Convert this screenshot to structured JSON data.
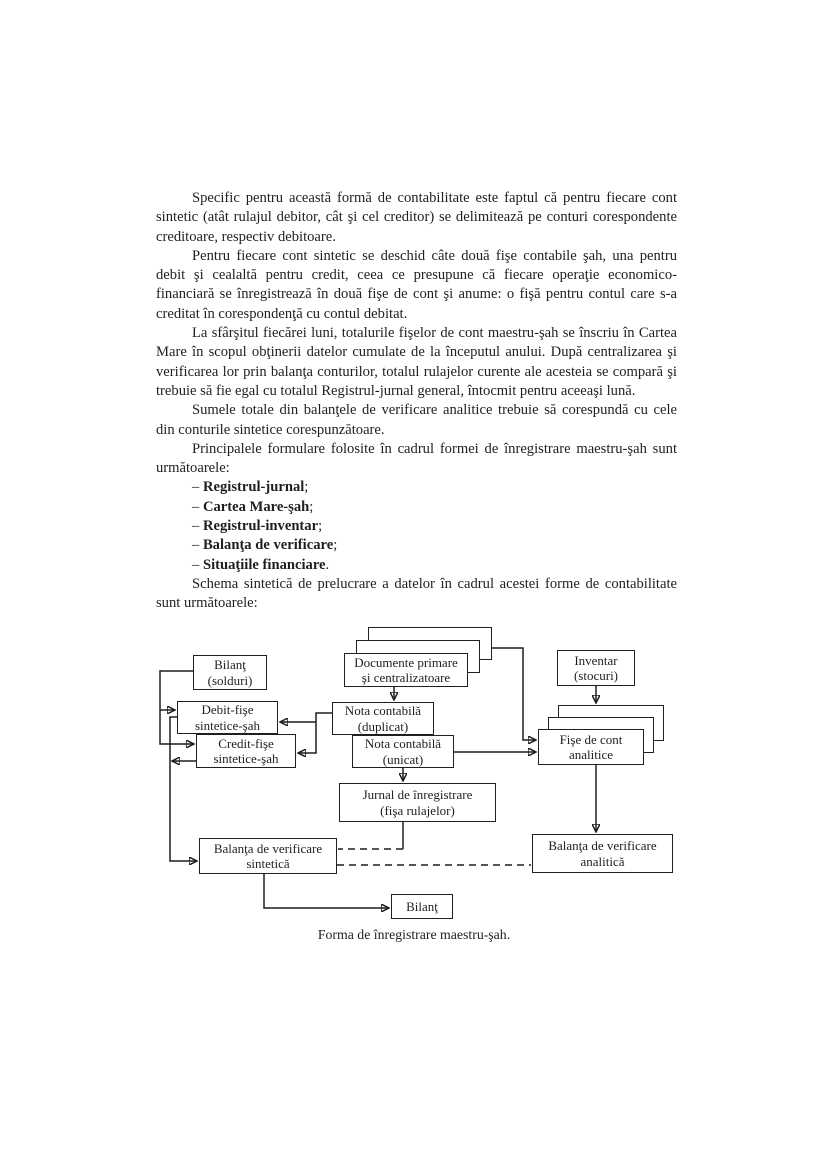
{
  "page": {
    "paper_color": "#ffffff",
    "ink_color": "#1f1f1f"
  },
  "paragraphs": [
    "Specific pentru această formă de contabilitate este faptul că pentru fiecare cont sintetic (atât rulajul debitor, cât şi cel creditor) se delimitează pe conturi corespondente creditoare, respectiv debitoare.",
    "Pentru fiecare cont sintetic se deschid câte două fişe contabile şah, una pentru debit şi cealaltă pentru credit, ceea ce presupune că fiecare operaţie economico-financiară se înregistrează în două fişe de cont şi anume: o fişă pentru contul care s-a creditat în corespondenţă cu contul debitat.",
    "La sfârşitul fiecărei luni, totalurile fişelor de cont maestru-şah se înscriu în Cartea Mare în scopul obţinerii datelor cumulate de la începutul anului. După centralizarea şi verificarea lor prin balanţa conturilor, totalul rulajelor curente ale acesteia se compară şi trebuie să fie egal cu totalul Registrul-jurnal general, întocmit pentru aceeaşi lună.",
    "Sumele totale din balanţele de verificare analitice trebuie să corespundă cu cele din conturile sintetice corespunzătoare.",
    "Principalele formulare folosite în cadrul formei de înregistrare maestru-şah sunt următoarele:"
  ],
  "list": {
    "dash": "– ",
    "items": [
      {
        "bold": "Registrul-jurnal",
        "suffix": ";"
      },
      {
        "bold": "Cartea Mare-şah",
        "suffix": ";"
      },
      {
        "bold": "Registrul-inventar",
        "suffix": ";"
      },
      {
        "bold": "Balanţa de verificare",
        "suffix": ";"
      },
      {
        "bold": "Situaţiile financiare",
        "suffix": "."
      }
    ]
  },
  "closing": "Schema sintetică de prelucrare a datelor în cadrul acestei forme de contabilitate sunt următoarele:",
  "diagram": {
    "caption": "Forma de înregistrare maestru-şah.",
    "boxes": {
      "documente_primare": "Documente primare\nşi centralizatoare",
      "inventar": "Inventar\n(stocuri)",
      "bilant_solduri": "Bilanţ\n(solduri)",
      "debit_fise": "Debit-fişe\nsintetice-şah",
      "credit_fise": "Credit-fişe\nsintetice-şah",
      "nota_duplicat": "Nota contabilă\n(duplicat)",
      "nota_unicat": "Nota contabilă\n(unicat)",
      "fise_cont": "Fişe de cont\nanalitice",
      "jurnal": "Jurnal de înregistrare\n(fişa rulajelor)",
      "balanta_sintetica": "Balanţa de verificare\nsintetică",
      "balanta_analitica": "Balanţa de verificare\nanalitică",
      "bilant_final": "Bilanţ"
    }
  }
}
